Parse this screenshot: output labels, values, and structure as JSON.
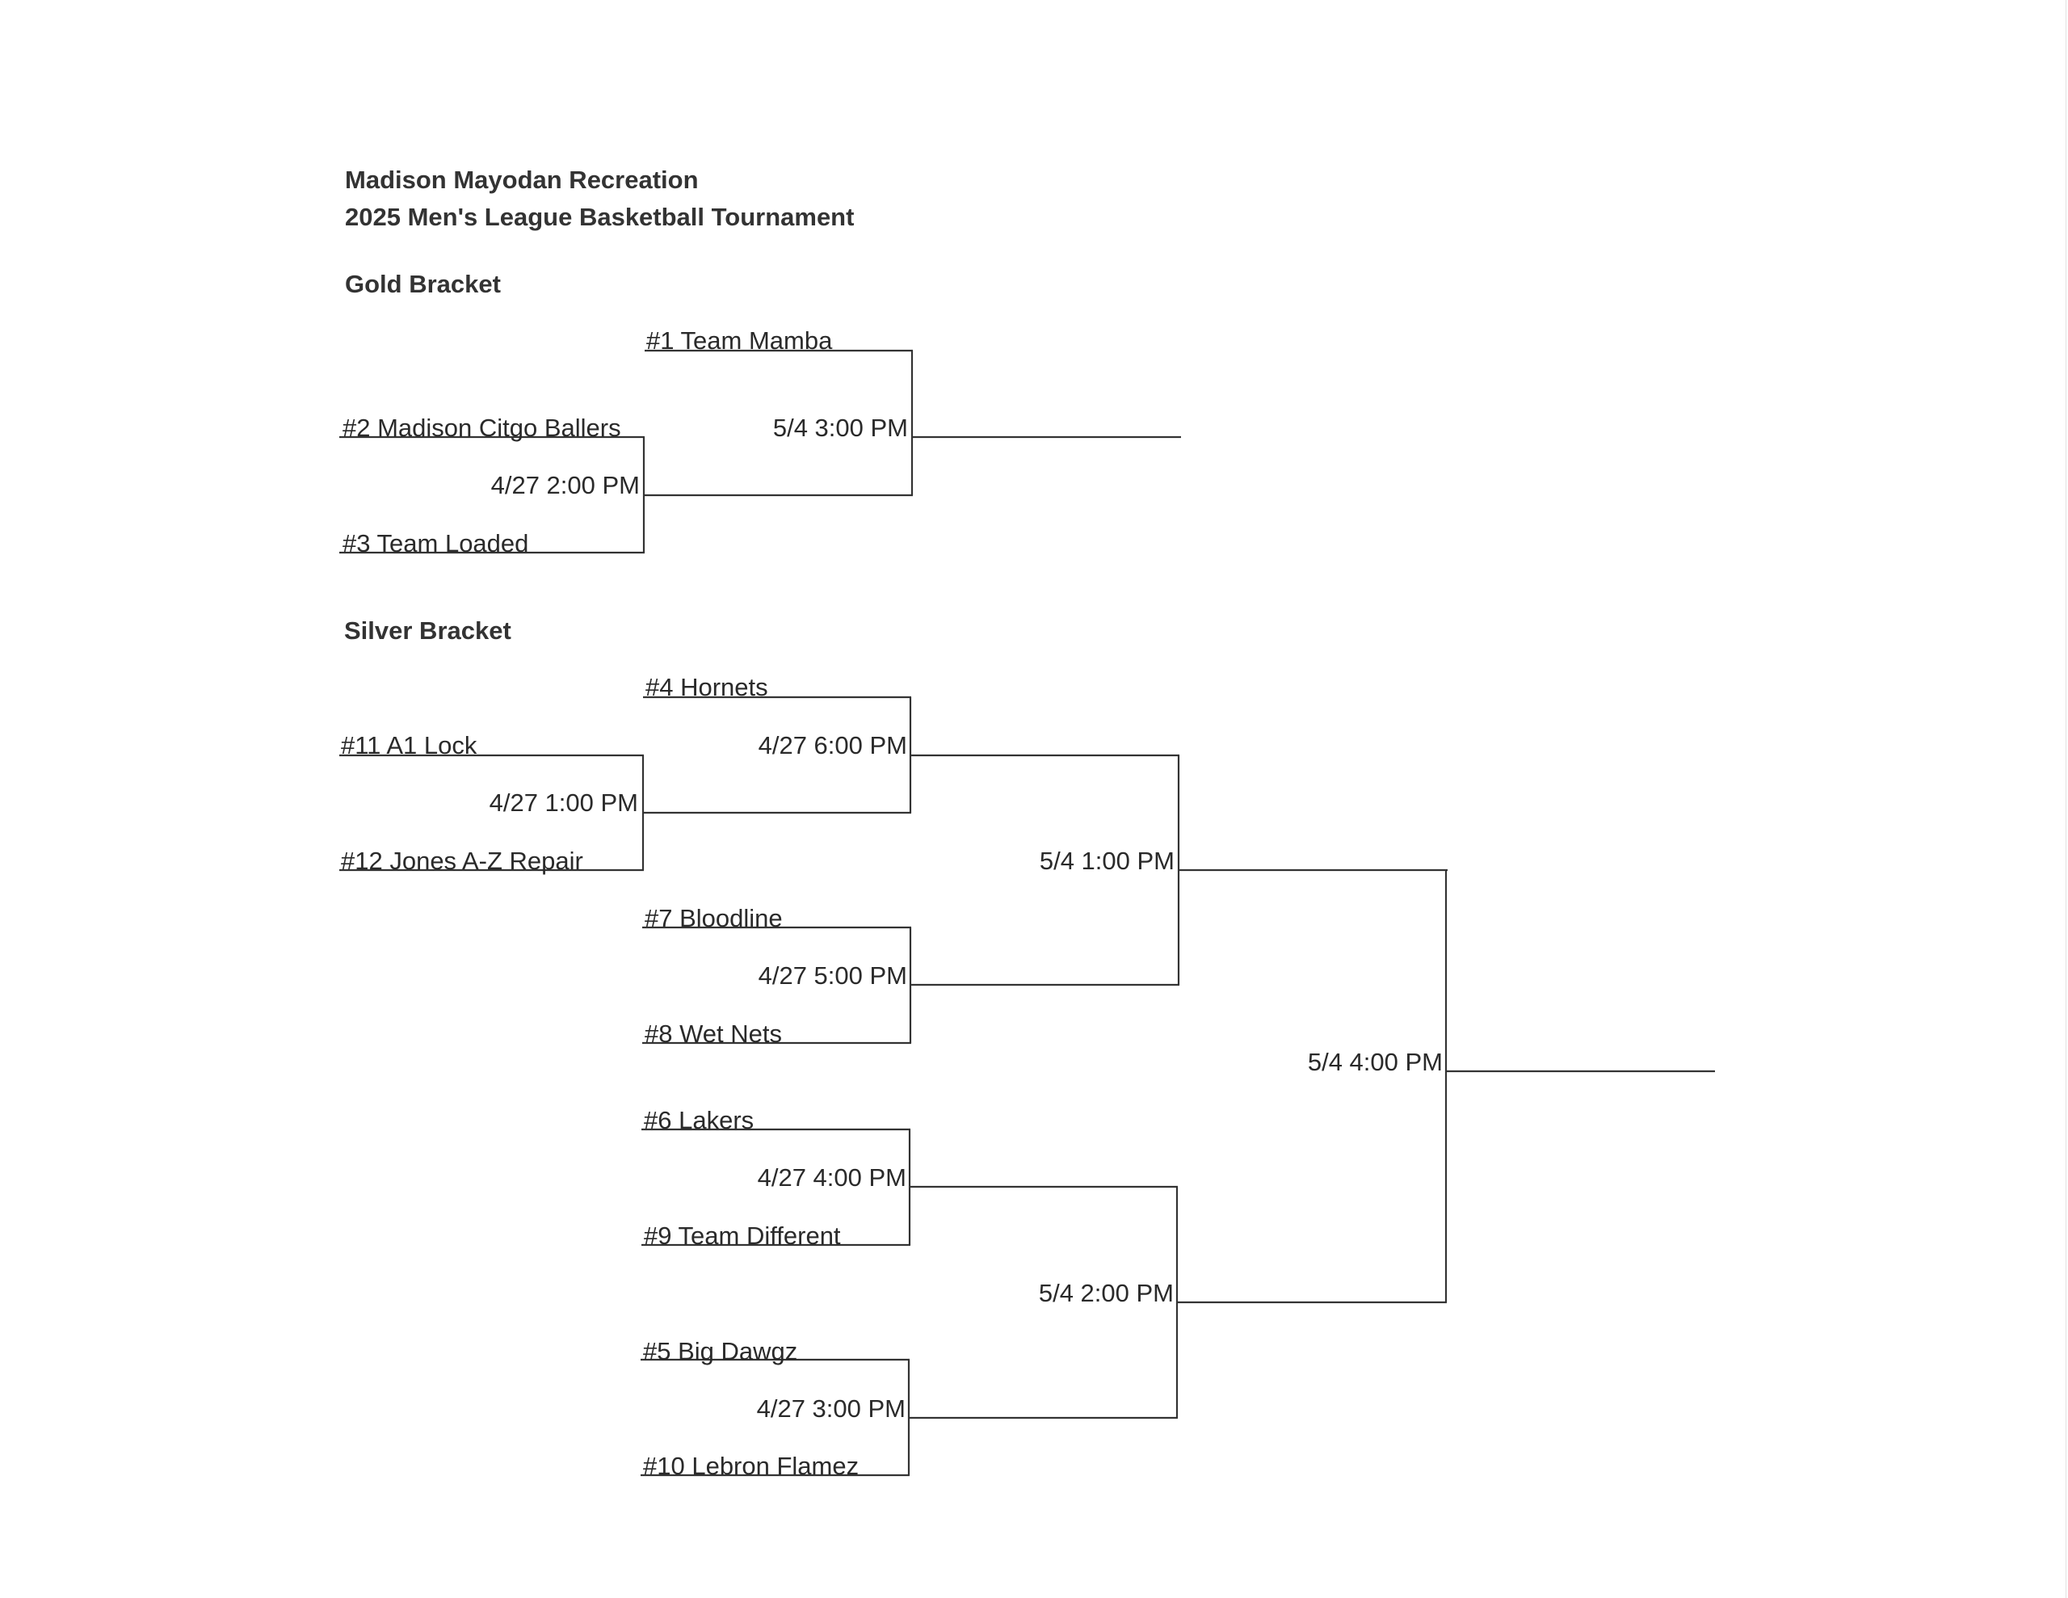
{
  "header": {
    "organization": "Madison Mayodan Recreation",
    "event": "2025 Men's League Basketball Tournament"
  },
  "gold_bracket": {
    "heading": "Gold Bracket",
    "teams": {
      "t1": "#1 Team Mamba",
      "t2": "#2 Madison Citgo Ballers",
      "t3": "#3 Team Loaded"
    },
    "games": {
      "semi": "4/27 2:00 PM",
      "final": "5/4 3:00 PM"
    }
  },
  "silver_bracket": {
    "heading": "Silver Bracket",
    "teams": {
      "t4": "#4 Hornets",
      "t11": "#11 A1 Lock",
      "t12": "#12 Jones A-Z Repair",
      "t7": "#7 Bloodline",
      "t8": "#8 Wet Nets",
      "t6": "#6 Lakers",
      "t9": "#9 Team Different",
      "t5": "#5 Big Dawgz",
      "t10": "#10 Lebron Flamez"
    },
    "games": {
      "g11v12": "4/27 1:00 PM",
      "g4": "4/27 6:00 PM",
      "g7v8": "4/27 5:00 PM",
      "g6v9": "4/27 4:00 PM",
      "g5v10": "4/27 3:00 PM",
      "semi_top": "5/4 1:00 PM",
      "semi_bottom": "5/4 2:00 PM",
      "final": "5/4 4:00 PM"
    }
  }
}
